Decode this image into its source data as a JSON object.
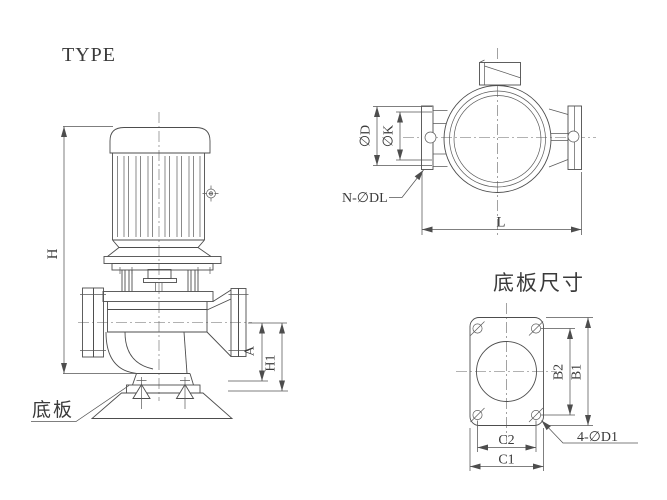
{
  "drawing_title": "TYPE",
  "colors": {
    "line": "#4d4d4d",
    "text": "#3a3a3a",
    "background": "#ffffff"
  },
  "side_view": {
    "dim_h": "H",
    "dim_a": "A",
    "dim_h1": "H1",
    "base_plate_label": "底板"
  },
  "top_view": {
    "dim_d": "∅D",
    "dim_k": "∅K",
    "flange_holes_label": "N-∅DL",
    "dim_l": "L"
  },
  "base_plate_view": {
    "title": "底板尺寸",
    "dim_b2": "B2",
    "dim_b1": "B1",
    "dim_c2": "C2",
    "dim_c1": "C1",
    "anchor_holes_label": "4-∅D1"
  }
}
